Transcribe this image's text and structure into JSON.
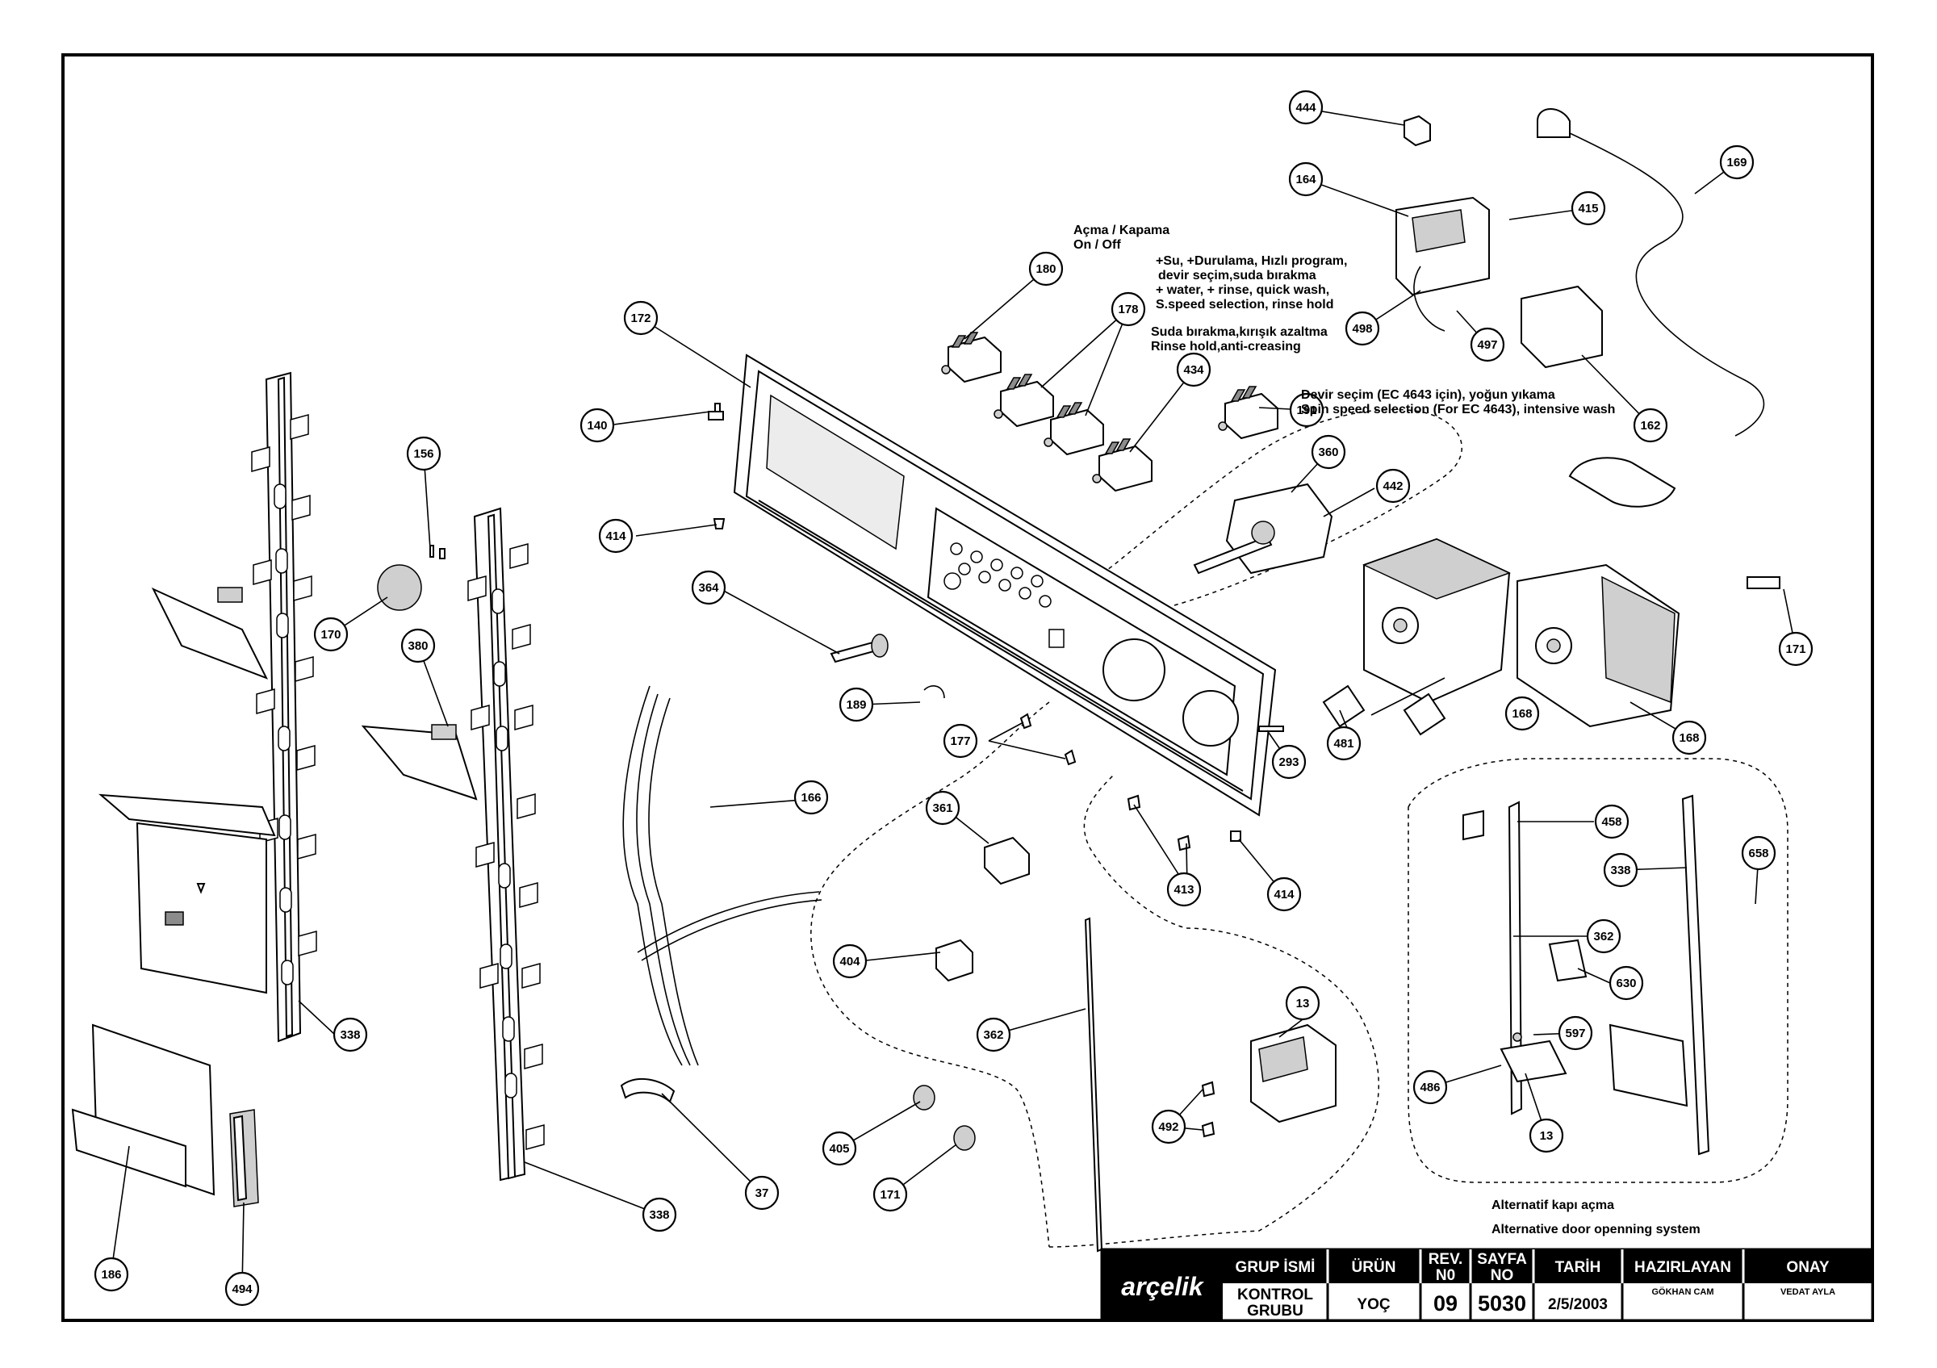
{
  "callouts": [
    "444",
    "164",
    "415",
    "169",
    "498",
    "497",
    "162",
    "180",
    "178",
    "434",
    "191",
    "360",
    "442",
    "172",
    "140",
    "414",
    "364",
    "189",
    "177",
    "166",
    "361",
    "404",
    "362",
    "413",
    "414",
    "293",
    "481",
    "168",
    "168",
    "171",
    "458",
    "338",
    "658",
    "362",
    "630",
    "597",
    "486",
    "13",
    "13",
    "492",
    "405",
    "171",
    "37",
    "338",
    "186",
    "494",
    "170",
    "380",
    "156",
    "338"
  ],
  "annotations": {
    "on_off_tr": "Açma / Kapama",
    "on_off_en": "On / Off",
    "multi_1": "+Su, +Durulama, Hızlı program,",
    "multi_2": "devir seçim,suda bırakma",
    "multi_3": "+ water, + rinse, quick wash,",
    "multi_4": "S.speed selection, rinse hold",
    "rinse_tr": "Suda bırakma,kırışık azaltma",
    "rinse_en": "Rinse hold,anti-creasing",
    "spin_tr": "Devir seçim (EC 4643 için), yoğun yıkama",
    "spin_en": "Spin speed selection (For EC 4643), intensive wash",
    "alt_tr": "Alternatif kapı açma",
    "alt_en": "Alternative door openning system"
  },
  "title_block": {
    "logo": "arçelik",
    "headers": {
      "group": "GRUP İSMİ",
      "product": "ÜRÜN",
      "rev_1": "REV.",
      "rev_2": "N0",
      "page_1": "SAYFA",
      "page_2": "NO",
      "date": "TARİH",
      "prepared": "HAZIRLAYAN",
      "approval": "ONAY"
    },
    "values": {
      "group_1": "KONTROL",
      "group_2": "GRUBU",
      "product": "YOÇ",
      "rev": "09",
      "page": "5030",
      "date": "2/5/2003",
      "prepared": "GÖKHAN CAM",
      "approval": "VEDAT AYLA"
    }
  },
  "colors": {
    "ink": "#000000",
    "paper": "#ffffff",
    "shade": "#cfcfcf"
  }
}
